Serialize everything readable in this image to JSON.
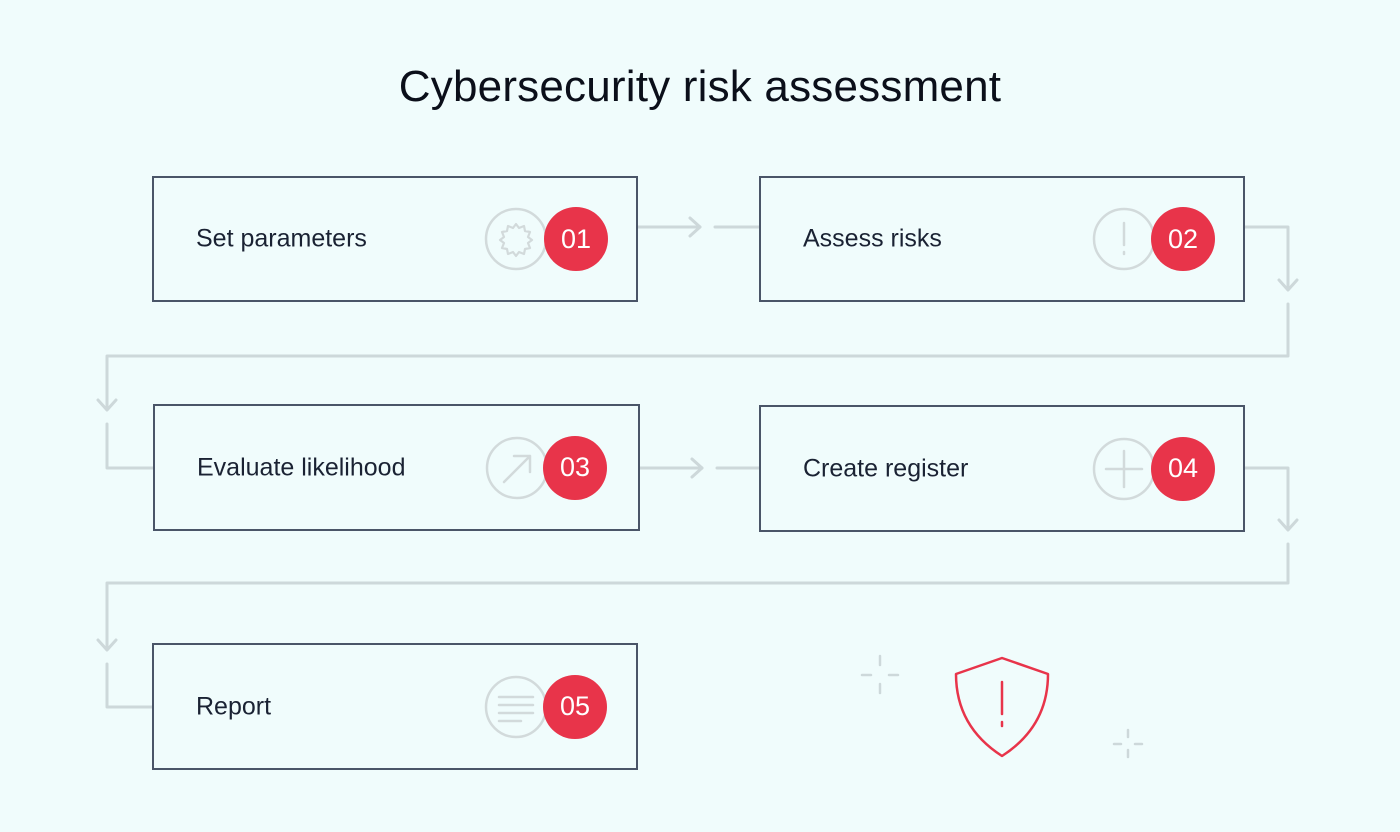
{
  "title": "Cybersecurity risk assessment",
  "colors": {
    "background": "#f0fcfc",
    "accent": "#e8344a",
    "box_border": "#4a5568",
    "connector": "#cdd8da",
    "icon_line": "#d2dadb"
  },
  "steps": [
    {
      "label": "Set parameters",
      "number": "01",
      "icon": "gear-icon"
    },
    {
      "label": "Assess risks",
      "number": "02",
      "icon": "exclamation-icon"
    },
    {
      "label": "Evaluate likelihood",
      "number": "03",
      "icon": "arrow-up-right-icon"
    },
    {
      "label": "Create register",
      "number": "04",
      "icon": "plus-icon"
    },
    {
      "label": "Report",
      "number": "05",
      "icon": "lines-icon"
    }
  ],
  "decoration": {
    "icon": "shield-alert-icon"
  }
}
